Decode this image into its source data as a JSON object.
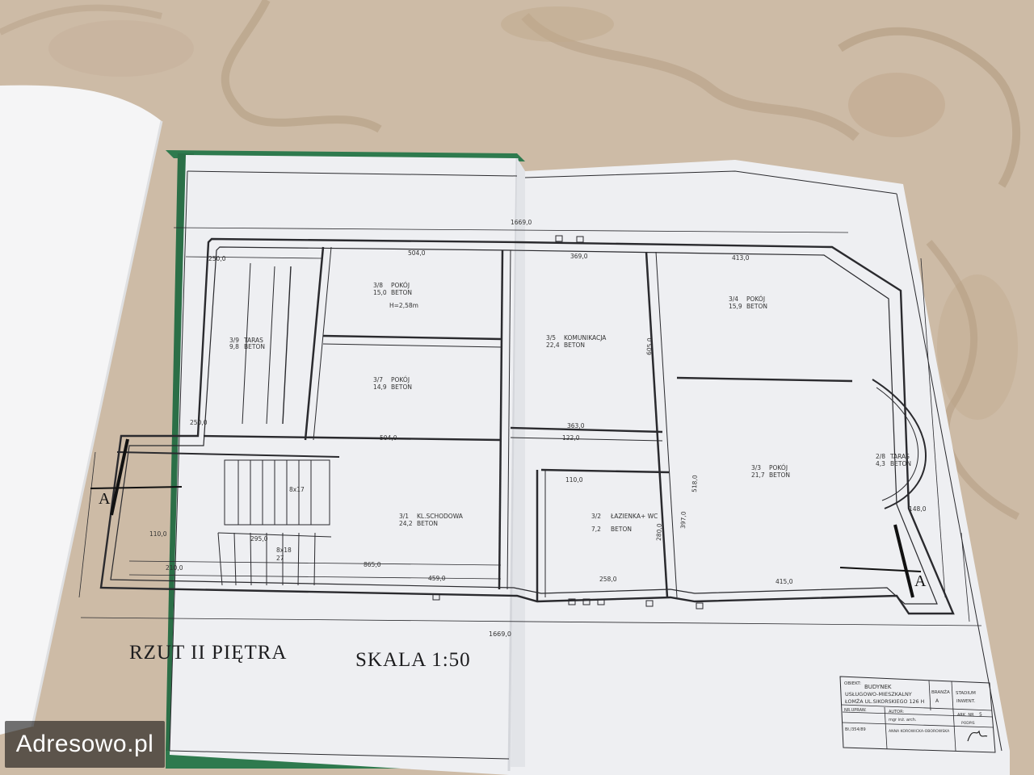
{
  "plan": {
    "title": "RZUT II PIĘTRA",
    "scale": "SKALA 1:50",
    "section_marker": "A",
    "dims": {
      "overall_top": "1669,0",
      "overall_bottom": "1669,0",
      "d504_top": "504,0",
      "d369": "369,0",
      "d413": "413,0",
      "d504_mid": "504,0",
      "d363": "363,0",
      "d865": "865,0",
      "d459": "459,0",
      "d258": "258,0",
      "d415": "415,0",
      "d250a": "250,0",
      "d250b": "250,0",
      "d210": "210,0",
      "d295": "295,0",
      "d110a": "110,0",
      "d110b": "110,0",
      "d122": "122,0",
      "d148": "148,0",
      "d518": "518,0",
      "d397": "397,0",
      "d280": "280,0",
      "d605": "605,0"
    },
    "rooms": [
      {
        "code": "3/8",
        "name": "POKÓJ",
        "area": "15,0",
        "material": "BETON"
      },
      {
        "code": "3/7",
        "name": "POKÓJ",
        "area": "14,9",
        "material": "BETON"
      },
      {
        "code": "3/5",
        "name": "KOMUNIKACJA",
        "area": "22,4",
        "material": "BETON"
      },
      {
        "code": "3/4",
        "name": "POKÓJ",
        "area": "15,9",
        "material": "BETON"
      },
      {
        "code": "3/3",
        "name": "POKÓJ",
        "area": "21,7",
        "material": "BETON"
      },
      {
        "code": "3/1",
        "name": "KL.SCHODOWA",
        "area": "24,2",
        "material": "BETON"
      },
      {
        "code": "3/2",
        "name": "ŁAZIENKA+ WC",
        "area": "7,2",
        "material": "BETON"
      },
      {
        "code": "3/9",
        "name": "TARAS",
        "area": "9,8",
        "material": "BETON"
      },
      {
        "code": "2/8",
        "name": "TARAS",
        "area": "4,3",
        "material": "BETON"
      }
    ],
    "height_note": "H=2,58m",
    "stairs": {
      "top": "8x17",
      "bottom": "8x18",
      "count": "27"
    }
  },
  "title_block": {
    "object_label": "OBIEKT:",
    "object_l1": "BUDYNEK",
    "object_l2": "USŁUGOWO-MIESZKALNY",
    "object_l3": "ŁOMŻA UL.SIKORSKIEGO 126 H",
    "branza_label": "BRANŻA",
    "branza_value": "A",
    "stadium_label": "STADIUM",
    "stadium_value": "INWENT.",
    "nr_label": "NR.UPRAW.",
    "autor_label": "AUTOR:",
    "author_title": "mgr inż. arch.",
    "author_name": "ANNA KOROWICKA-OBOROWSKA",
    "cert": "Bł./354/89",
    "sheet_label": "ARK. NR",
    "sheet_value": "5",
    "sign_label": "PODPIS"
  },
  "watermark": {
    "text": "Adresowo.pl"
  },
  "colors": {
    "carpet": "#cdbba6",
    "paper": "#eeeff2",
    "binder": "#2e7a4e",
    "line": "#2a2a2e"
  }
}
